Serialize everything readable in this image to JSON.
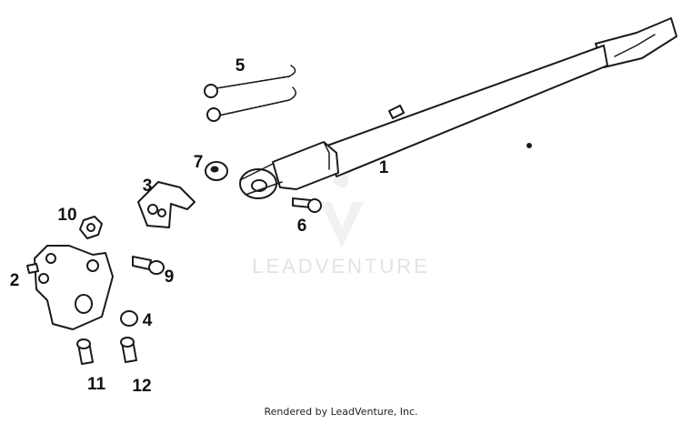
{
  "diagram": {
    "callouts": [
      "1",
      "2",
      "3",
      "4",
      "5",
      "6",
      "7",
      "9",
      "10",
      "11",
      "12"
    ],
    "watermark": "LEADVENTURE"
  },
  "footer": {
    "credit": "Rendered by LeadVenture, Inc."
  }
}
